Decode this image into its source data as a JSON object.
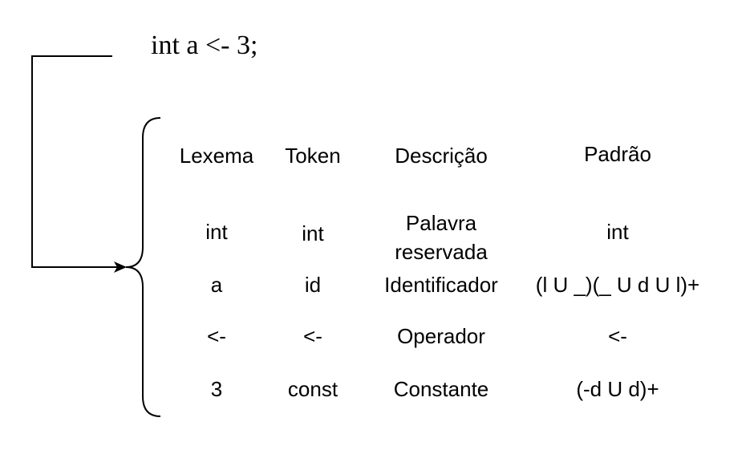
{
  "code_line": "int a <- 3;",
  "table": {
    "headers": [
      "Lexema",
      "Token",
      "Descrição",
      "Padrão"
    ],
    "rows": [
      {
        "lexema": "int",
        "token": "int",
        "descricao_line1": "Palavra",
        "descricao_line2": "reservada",
        "padrao": "int"
      },
      {
        "lexema": "a",
        "token": "id",
        "descricao": "Identificador",
        "padrao": "(l U _)(_ U d U l)+"
      },
      {
        "lexema": "<-",
        "token": "<-",
        "descricao": "Operador",
        "padrao": "<-"
      },
      {
        "lexema": "3",
        "token": "const",
        "descricao": "Constante",
        "padrao": "(-d U d)+"
      }
    ]
  },
  "colors": {
    "text": "#000000",
    "line": "#000000",
    "background": "#ffffff"
  }
}
